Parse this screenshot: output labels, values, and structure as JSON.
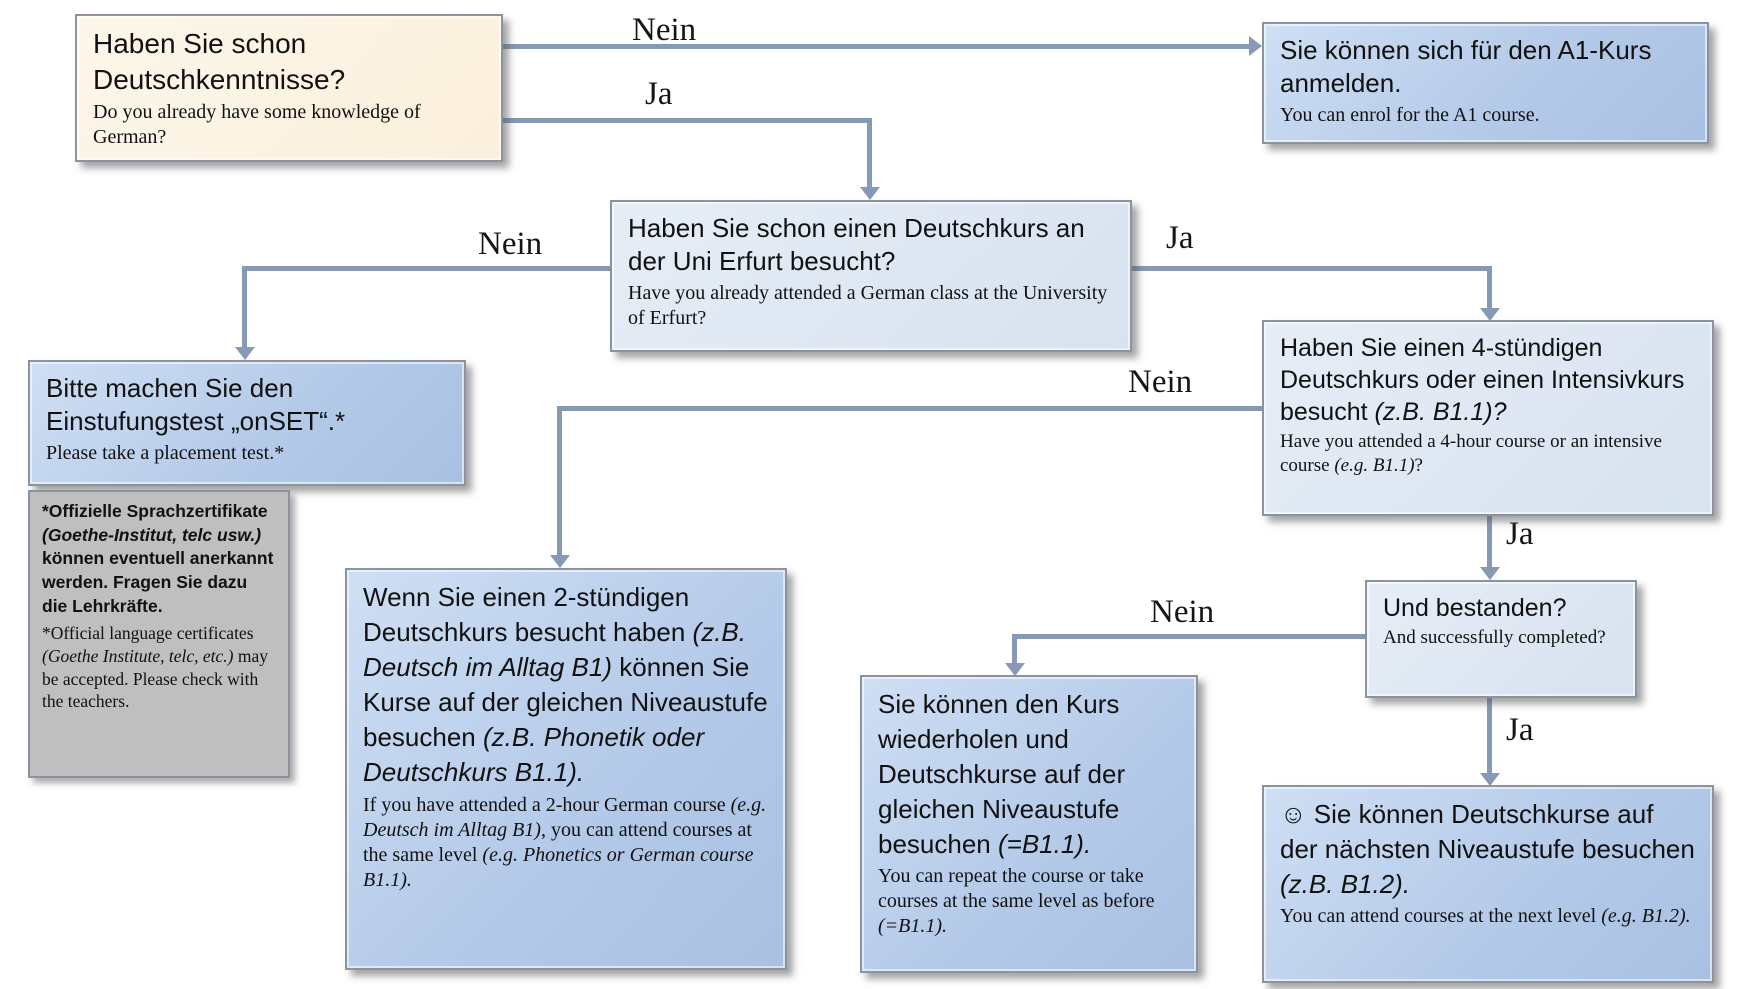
{
  "title": "German course placement flowchart (Uni Erfurt)",
  "colors": {
    "start_box": "#fbf0dc",
    "result_box_blue": "#b3c9e8",
    "question_box_light": "#d7e2f0",
    "note_box_gray": "#bfbfbf",
    "arrow": "#8699b5",
    "border": "#8a93a0"
  },
  "boxes": {
    "knowledge": {
      "de": "Haben Sie schon Deutschkenntnisse?",
      "en": "Do you already have some knowledge of German?"
    },
    "enrol_a1": {
      "de": "Sie können sich für den A1-Kurs anmelden.",
      "en": "You can enrol for the A1 course."
    },
    "attended_erfurt": {
      "de": "Haben Sie schon einen Deutschkurs an der Uni Erfurt besucht?",
      "en": "Have you already attended a German class at the University of Erfurt?"
    },
    "placement_test": {
      "de": "Bitte machen Sie den Einstufungstest „onSET“.*",
      "en": "Please take a placement test.*"
    },
    "certificates_note": {
      "de1": "*Offizielle Sprachzertifikate ",
      "de2": "(Goethe-Institut, telc usw.)",
      "de3": " können eventuell anerkannt werden. Fragen Sie dazu die Lehrkräfte.",
      "en1": "*Official language certificates ",
      "en2": "(Goethe Institute, telc, etc.)",
      "en3": " may be accepted. Please check with the teachers."
    },
    "course_4h": {
      "de1": "Haben Sie einen 4-stündigen Deutschkurs oder einen Intensivkurs besucht ",
      "de2": "(z.B. B1.1)?",
      "en1": "Have you attended a 4-hour course or an intensive course ",
      "en2": "(e.g. B1.1)",
      "en3": "?"
    },
    "course_2h": {
      "de1": "Wenn Sie einen 2-stündigen Deutschkurs besucht haben ",
      "de2": "(z.B. Deutsch im Alltag B1)",
      "de3": " können Sie Kurse auf der gleichen Niveaustufe besuchen ",
      "de4": "(z.B. Phonetik oder Deutschkurs B1.1).",
      "en1": "If you have attended a 2-hour German course ",
      "en2": "(e.g. Deutsch im Alltag B1)",
      "en3": ", you can attend courses at the same level ",
      "en4": "(e.g. Phonetics or German course B1.1)."
    },
    "passed": {
      "de": "Und bestanden?",
      "en": "And successfully completed?"
    },
    "repeat_course": {
      "de1": "Sie können den Kurs wiederholen und Deutschkurse auf der gleichen Niveaustufe besuchen ",
      "de2": "(=B1.1).",
      "en1": "You can repeat the course or take courses at the same level as before ",
      "en2": "(=B1.1)."
    },
    "next_level": {
      "de1": "☺ Sie können Deutschkurse auf der nächsten Niveaustufe besuchen ",
      "de2": "(z.B. B1.2).",
      "en1": "You can attend courses at the next level ",
      "en2": "(e.g. B1.2)."
    }
  },
  "edge_labels": {
    "knowledge_no": "Nein",
    "knowledge_yes": "Ja",
    "erfurt_no": "Nein",
    "erfurt_yes": "Ja",
    "course4h_no": "Nein",
    "course4h_yes": "Ja",
    "passed_no": "Nein",
    "passed_yes": "Ja"
  }
}
